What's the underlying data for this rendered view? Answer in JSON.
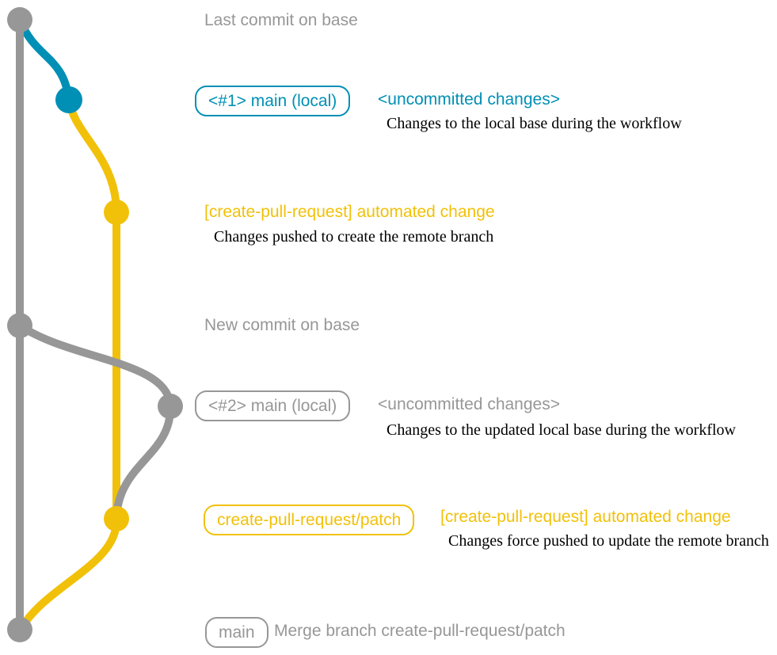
{
  "colors": {
    "gray": "#979797",
    "blue": "#008fb5",
    "yellow": "#f1c109",
    "note_text": "#000000",
    "background": "#ffffff"
  },
  "rows": [
    {
      "title": "Last commit on base"
    },
    {
      "branch_label": "<#1> main (local)",
      "message": "<uncommitted changes>",
      "note": "Changes to the local base during the workflow"
    },
    {
      "message": "[create-pull-request] automated change",
      "note": "Changes pushed to create the remote branch"
    },
    {
      "title": "New commit on base"
    },
    {
      "branch_label": "<#2> main (local)",
      "message": "<uncommitted changes>",
      "note": "Changes to the updated local base during the workflow"
    },
    {
      "branch_label": "create-pull-request/patch",
      "message": "[create-pull-request] automated change",
      "note": "Changes force pushed to update the remote branch"
    },
    {
      "branch_label": "main",
      "message": "Merge branch create-pull-request/patch"
    }
  ],
  "graph": {
    "commit_dots": [
      {
        "row": 0,
        "color": "gray"
      },
      {
        "row": 1,
        "color": "blue"
      },
      {
        "row": 2,
        "color": "yellow"
      },
      {
        "row": 3,
        "color": "gray"
      },
      {
        "row": 4,
        "color": "gray"
      },
      {
        "row": 5,
        "color": "yellow"
      },
      {
        "row": 6,
        "color": "gray"
      }
    ]
  }
}
